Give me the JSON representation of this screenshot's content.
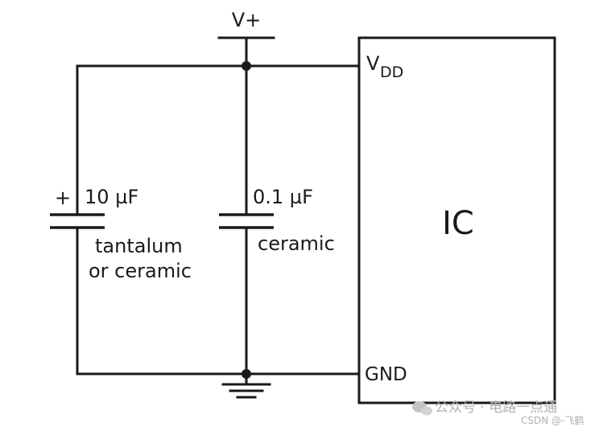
{
  "supply": {
    "label": "V+"
  },
  "ic": {
    "name": "IC",
    "pins": {
      "vdd_main": "V",
      "vdd_sub": "DD",
      "gnd": "GND"
    }
  },
  "capacitors": [
    {
      "polarity": "+",
      "value": "10 µF",
      "type_line1": "tantalum",
      "type_line2": "or ceramic"
    },
    {
      "value": "0.1 µF",
      "type_line1": "ceramic"
    }
  ],
  "watermark": {
    "line1": "公众号 · 电路一点通",
    "line2": "CSDN @-飞鹤"
  }
}
